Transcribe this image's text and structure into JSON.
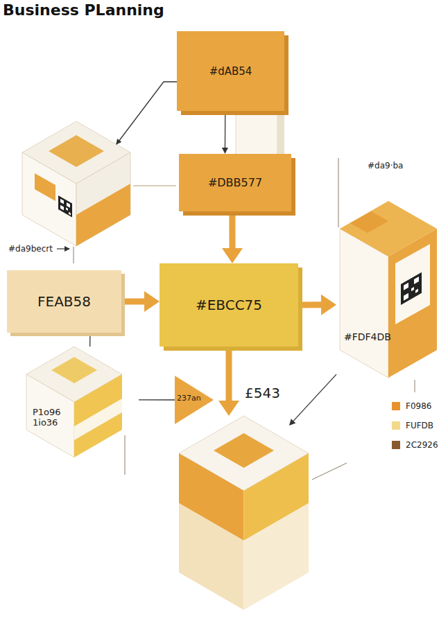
{
  "diagram": {
    "title": "Business PLanning",
    "nodes": [
      {
        "text": [
          "#dAB54"
        ]
      },
      {
        "text": [
          "#DBB577"
        ]
      },
      {
        "text": [
          "FEAB58"
        ]
      },
      {
        "text": [
          "#EBCC75"
        ]
      },
      {
        "text": [
          "#FDF4DB"
        ]
      },
      {
        "text": [
          "P1o96 1io36"
        ]
      },
      {
        "text": [
          "237an"
        ]
      },
      {
        "text": [
          "£543"
        ]
      }
    ],
    "edges": [
      {
        "from": 0,
        "to": 1,
        "arrow": "to"
      },
      {
        "from": 1,
        "to": 3,
        "arrow": "to"
      },
      {
        "from": 2,
        "to": 3,
        "arrow": "to"
      },
      {
        "from": 3,
        "to": 4,
        "arrow": "to"
      },
      {
        "from": 3,
        "to": 7,
        "arrow": "to"
      },
      {
        "from": 4,
        "to": 7,
        "arrow": "to"
      },
      {
        "from": 2,
        "to": 5,
        "arrow": "none"
      },
      {
        "from": 5,
        "to": 6,
        "arrow": "none"
      }
    ],
    "labels": [
      "#da9·ba",
      "#da9becrt"
    ],
    "legend": [
      {
        "text": "F0986",
        "color": "#E8922C"
      },
      {
        "text": "FUFDB",
        "color": "#F2D98A"
      },
      {
        "text": "2C2926",
        "color": "#8A5A2E"
      }
    ]
  }
}
